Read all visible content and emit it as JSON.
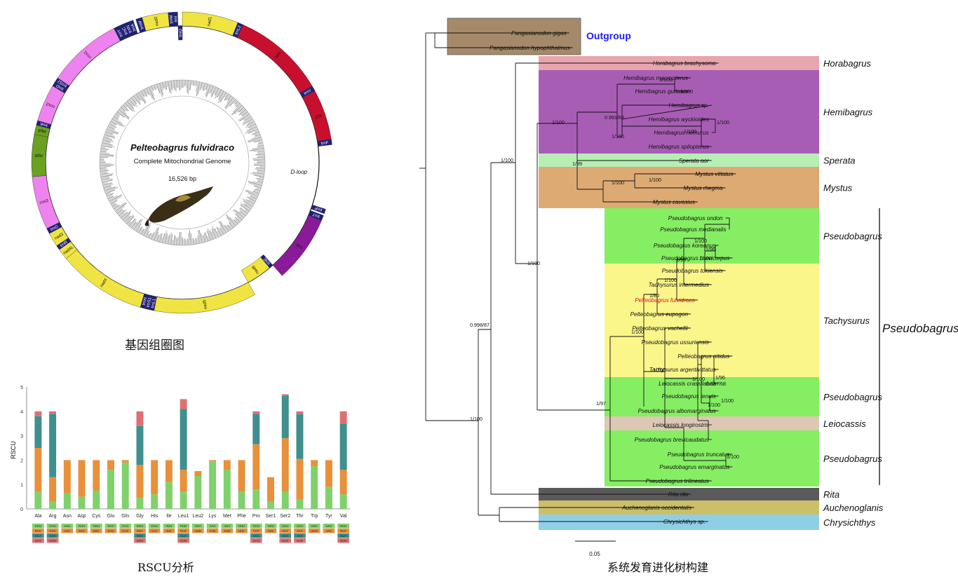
{
  "genome_map": {
    "species": "Pelteobagrus fulvidraco",
    "subtitle": "Complete Mitochondrial Genome",
    "size": "16,526 bp",
    "caption": "基因组圈图",
    "genes": [
      {
        "name": "nad1",
        "start": 0.0,
        "end": 0.06,
        "strand": "outer",
        "color": "#f0e442"
      },
      {
        "name": "trnL2",
        "start": 0.06,
        "end": 0.066,
        "strand": "outer",
        "color": "#1f1f7a"
      },
      {
        "name": "16S",
        "start": 0.066,
        "end": 0.165,
        "strand": "outer",
        "color": "#c8102e"
      },
      {
        "name": "trnV",
        "start": 0.165,
        "end": 0.171,
        "strand": "outer",
        "color": "#1f1f7a"
      },
      {
        "name": "12S",
        "start": 0.171,
        "end": 0.225,
        "strand": "outer",
        "color": "#c8102e"
      },
      {
        "name": "trnF",
        "start": 0.225,
        "end": 0.231,
        "strand": "outer",
        "color": "#1f1f7a"
      },
      {
        "name": "D-loop",
        "start": 0.231,
        "end": 0.3,
        "strand": "gap",
        "color": ""
      },
      {
        "name": "trnP",
        "start": 0.3,
        "end": 0.305,
        "strand": "outer",
        "color": "#1f1f7a"
      },
      {
        "name": "trnT",
        "start": 0.307,
        "end": 0.313,
        "strand": "outer",
        "color": "#1f1f7a"
      },
      {
        "name": "cob",
        "start": 0.313,
        "end": 0.385,
        "strand": "outer",
        "color": "#8b1a9a"
      },
      {
        "name": "trnE",
        "start": 0.385,
        "end": 0.39,
        "strand": "inner",
        "color": "#1f1f7a"
      },
      {
        "name": "nad6",
        "start": 0.39,
        "end": 0.42,
        "strand": "inner",
        "color": "#f0e442"
      },
      {
        "name": "nad5",
        "start": 0.42,
        "end": 0.53,
        "strand": "outer",
        "color": "#f0e442"
      },
      {
        "name": "trnL1",
        "start": 0.53,
        "end": 0.535,
        "strand": "outer",
        "color": "#1f1f7a"
      },
      {
        "name": "trnS1",
        "start": 0.535,
        "end": 0.54,
        "strand": "outer",
        "color": "#1f1f7a"
      },
      {
        "name": "trnH",
        "start": 0.54,
        "end": 0.545,
        "strand": "outer",
        "color": "#1f1f7a"
      },
      {
        "name": "nad4",
        "start": 0.545,
        "end": 0.64,
        "strand": "outer",
        "color": "#f0e442"
      },
      {
        "name": "nad4L",
        "start": 0.64,
        "end": 0.652,
        "strand": "outer",
        "color": "#f0e442"
      },
      {
        "name": "trnR",
        "start": 0.652,
        "end": 0.657,
        "strand": "outer",
        "color": "#1f1f7a"
      },
      {
        "name": "nad3",
        "start": 0.657,
        "end": 0.672,
        "strand": "outer",
        "color": "#f0e442"
      },
      {
        "name": "trnG",
        "start": 0.672,
        "end": 0.678,
        "strand": "outer",
        "color": "#1f1f7a"
      },
      {
        "name": "cox3",
        "start": 0.678,
        "end": 0.735,
        "strand": "outer",
        "color": "#ee82ee"
      },
      {
        "name": "atp6",
        "start": 0.735,
        "end": 0.78,
        "strand": "outer",
        "color": "#6aa121"
      },
      {
        "name": "atp8",
        "start": 0.78,
        "end": 0.79,
        "strand": "outer",
        "color": "#6aa121"
      },
      {
        "name": "trnK",
        "start": 0.79,
        "end": 0.795,
        "strand": "outer",
        "color": "#1f1f7a"
      },
      {
        "name": "cox2",
        "start": 0.795,
        "end": 0.835,
        "strand": "outer",
        "color": "#ee82ee"
      },
      {
        "name": "trnD",
        "start": 0.835,
        "end": 0.84,
        "strand": "outer",
        "color": "#1f1f7a"
      },
      {
        "name": "trnS2",
        "start": 0.84,
        "end": 0.845,
        "strand": "outer",
        "color": "#1f1f7a"
      },
      {
        "name": "cox1",
        "start": 0.845,
        "end": 0.925,
        "strand": "outer",
        "color": "#ee82ee"
      },
      {
        "name": "trnY",
        "start": 0.925,
        "end": 0.932,
        "strand": "outer",
        "color": "#1f1f7a"
      },
      {
        "name": "trnC",
        "start": 0.932,
        "end": 0.937,
        "strand": "outer",
        "color": "#1f1f7a"
      },
      {
        "name": "trnN",
        "start": 0.937,
        "end": 0.942,
        "strand": "outer",
        "color": "#1f1f7a"
      },
      {
        "name": "trnA",
        "start": 0.942,
        "end": 0.947,
        "strand": "outer",
        "color": "#1f1f7a"
      },
      {
        "name": "trnW",
        "start": 0.95,
        "end": 0.957,
        "strand": "outer",
        "color": "#1f1f7a"
      },
      {
        "name": "nad2",
        "start": 0.957,
        "end": 0.985,
        "strand": "outer",
        "color": "#f0e442"
      },
      {
        "name": "trnM",
        "start": 0.985,
        "end": 0.99,
        "strand": "outer",
        "color": "#1f1f7a"
      },
      {
        "name": "trnI",
        "start": 0.99,
        "end": 0.995,
        "strand": "outer",
        "color": "#1f1f7a"
      },
      {
        "name": "trnQ",
        "start": 0.995,
        "end": 1.0,
        "strand": "inner",
        "color": "#1f1f7a"
      }
    ]
  },
  "rscu": {
    "caption": "RSCU分析",
    "chart_data": {
      "type": "bar",
      "ylabel": "RSCU",
      "ylim": [
        0,
        5
      ],
      "yticks": [
        "0",
        "1",
        "2",
        "3",
        "4",
        "5"
      ],
      "stack_colors": [
        "#7fd16b",
        "#e8903a",
        "#3f8f8f",
        "#e07070"
      ],
      "categories": [
        "Ala",
        "Arg",
        "Asn",
        "Asp",
        "Cys",
        "Glu",
        "Gln",
        "Gly",
        "His",
        "Ile",
        "Leu1",
        "Leu2",
        "Lys",
        "Met",
        "Phe",
        "Pro",
        "Ser1",
        "Ser2",
        "Thr",
        "Trp",
        "Tyr",
        "Val"
      ],
      "stacks": [
        [
          0.7,
          1.8,
          1.3,
          0.2
        ],
        [
          0.3,
          1.0,
          2.6,
          0.1
        ],
        [
          0.65,
          1.35
        ],
        [
          0.5,
          1.5
        ],
        [
          0.75,
          1.25
        ],
        [
          1.6,
          0.4
        ],
        [
          1.9,
          0.1
        ],
        [
          0.45,
          1.35,
          1.6,
          0.6
        ],
        [
          0.6,
          1.4
        ],
        [
          1.1,
          0.9
        ],
        [
          0.7,
          0.9,
          2.5,
          0.4
        ],
        [
          1.35,
          0.2
        ],
        [
          1.95,
          0.05
        ],
        [
          1.6,
          0.4
        ],
        [
          0.7,
          1.3
        ],
        [
          0.8,
          1.85,
          1.25,
          0.1
        ],
        [
          0.3,
          1.0
        ],
        [
          0.7,
          2.2,
          1.75,
          0.05
        ],
        [
          0.4,
          1.65,
          1.85,
          0.1
        ],
        [
          1.75,
          0.25
        ],
        [
          0.9,
          1.1
        ],
        [
          0.6,
          1.0,
          1.9,
          0.5
        ]
      ],
      "codons": [
        [
          "GCU",
          "GCC",
          "GCA",
          "GCG"
        ],
        [
          "CGU",
          "CGC",
          "CGA",
          "CGG"
        ],
        [
          "AAU",
          "AAC"
        ],
        [
          "GAU",
          "GAC"
        ],
        [
          "UGU",
          "UGC"
        ],
        [
          "GAA",
          "GAG"
        ],
        [
          "CAA",
          "CAG"
        ],
        [
          "GGU",
          "GGC",
          "GGA",
          "GGG"
        ],
        [
          "CAU",
          "CAC"
        ],
        [
          "AUU",
          "AUC"
        ],
        [
          "CUU",
          "CUC",
          "CUA",
          "CUG"
        ],
        [
          "UUA",
          "UUG"
        ],
        [
          "AAA",
          "AAG"
        ],
        [
          "AUA",
          "AUG"
        ],
        [
          "UUU",
          "UUC"
        ],
        [
          "CCU",
          "CCC",
          "CCA",
          "CCG"
        ],
        [
          "AGU",
          "AGC"
        ],
        [
          "UCU",
          "UCC",
          "UCA",
          "UCG"
        ],
        [
          "ACU",
          "ACC",
          "ACA",
          "ACG"
        ],
        [
          "UGA",
          "UGG"
        ],
        [
          "UAU",
          "UAC"
        ],
        [
          "GUU",
          "GUC",
          "GUA",
          "GUG"
        ]
      ]
    }
  },
  "tree": {
    "caption": "系统发育进化树构建",
    "scale_label": "0.05",
    "highlight_color": "#d0121b",
    "taxa": [
      {
        "name": "Pangasianodon gigas",
        "tip": 825
      },
      {
        "name": "Pangasianodon hypophthalmus",
        "tip": 830
      },
      {
        "name": "Horabagrus brachysoma",
        "tip": 1040
      },
      {
        "name": "Hemibagrus macropterus",
        "tip": 1000
      },
      {
        "name": "Hemibagrus guttatus",
        "tip": 1000
      },
      {
        "name": "Hemibagrus sp.",
        "tip": 1030
      },
      {
        "name": "Hemibagrus wyckioides",
        "tip": 1030
      },
      {
        "name": "Hemibagrus nemurus",
        "tip": 1030
      },
      {
        "name": "Hemibagrus spilopterus",
        "tip": 1030
      },
      {
        "name": "Sperata aor",
        "tip": 1030
      },
      {
        "name": "Mystus vittatus",
        "tip": 1065
      },
      {
        "name": "Mystus rhegma",
        "tip": 1050
      },
      {
        "name": "Mystus cavasius",
        "tip": 1010
      },
      {
        "name": "Pseudobagrus ondon",
        "tip": 1050
      },
      {
        "name": "Pseudobagrus medianalis",
        "tip": 1055
      },
      {
        "name": "Pseudobagrus koreanus",
        "tip": 1040
      },
      {
        "name": "Pseudobagrus brevicorpus",
        "tip": 1060
      },
      {
        "name": "Pseudobagrus tokiensis",
        "tip": 1050
      },
      {
        "name": "Tachysurus intermedius",
        "tip": 1030
      },
      {
        "name": "Pelteobagrus fulvidraco",
        "tip": 1010,
        "highlight": true
      },
      {
        "name": "Pelteobagrus eupogon",
        "tip": 1000
      },
      {
        "name": "Pelteobagrus vachellii",
        "tip": 1000
      },
      {
        "name": "Pseudobagrus ussuriensis",
        "tip": 1030
      },
      {
        "name": "Pelteobagrus nitidus",
        "tip": 1060
      },
      {
        "name": "Tachysurus argentivittatus",
        "tip": 1040
      },
      {
        "name": "Leiocassis crassilabris",
        "tip": 1040
      },
      {
        "name": "Pseudobagrus tenuis",
        "tip": 1040
      },
      {
        "name": "Pseudobagrus albomarginatus",
        "tip": 1040
      },
      {
        "name": "Leiocassis longirostris",
        "tip": 1030
      },
      {
        "name": "Pseudobagrus brevicaudatus",
        "tip": 1030
      },
      {
        "name": "Pseudobagrus truncatus",
        "tip": 1060
      },
      {
        "name": "Pseudobagrus emarginatus",
        "tip": 1060
      },
      {
        "name": "Pseudobagrus trilineatus",
        "tip": 1030
      },
      {
        "name": "Rita rita",
        "tip": 1000
      },
      {
        "name": "Auchenoglanis occidentalis",
        "tip": 1005
      },
      {
        "name": "Chrysichthys sp.",
        "tip": 1025
      }
    ],
    "bands": [
      {
        "label": "Outgroup",
        "color": "#a58a6a",
        "label_color": "#1a1aff"
      },
      {
        "label": "Horabagrus",
        "color": "#e8a5ae"
      },
      {
        "label": "Hemibagrus",
        "color": "#a85db5"
      },
      {
        "label": "Sperata",
        "color": "#b6eeb6"
      },
      {
        "label": "Mystus",
        "color": "#deaa73"
      },
      {
        "label": "Pseudobagrus",
        "color": "#85ee62"
      },
      {
        "label": "Tachysurus",
        "color": "#fbf68a"
      },
      {
        "label": "Pseudobagrus",
        "color": "#85ee62"
      },
      {
        "label": "Leiocassis",
        "color": "#dcc8b4"
      },
      {
        "label": "Pseudobagrus",
        "color": "#85ee62"
      },
      {
        "label": "Rita",
        "color": "#5a5a5a"
      },
      {
        "label": "Auchenoglanis",
        "color": "#cbbf6a"
      },
      {
        "label": "Chrysichthys",
        "color": "#8fcfe6"
      }
    ],
    "big_label": "Pseudobagrus",
    "support": [
      "1/100",
      "0.991/88",
      "1/100",
      "1/100",
      "1/99",
      "1/100",
      "1/100",
      "1/100",
      "1/100",
      "1/100",
      "1/96",
      "1/100",
      "1/99",
      "1/100",
      "1/80",
      "1/100",
      "1/100",
      "1/100",
      "0.887/68",
      "1/100",
      "1/96",
      "1/100",
      "1/100",
      "1/100",
      "0.998/87",
      "1/100",
      "1/100",
      "1/97",
      "1/100"
    ]
  }
}
